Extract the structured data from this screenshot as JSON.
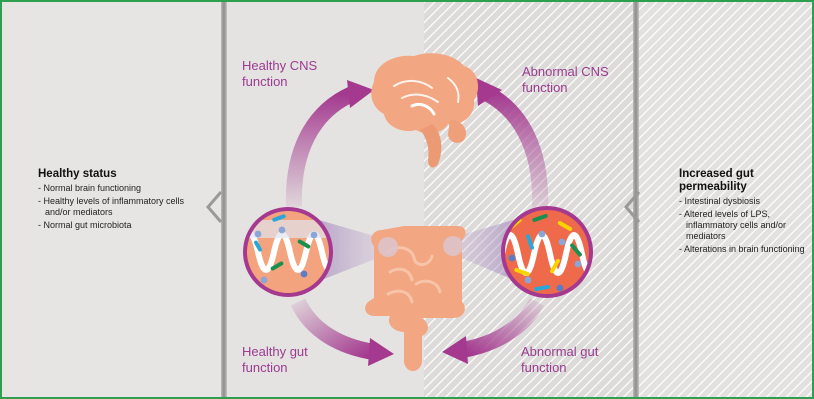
{
  "left_panel": {
    "title": "Healthy status",
    "items": [
      "Normal brain functioning",
      "Healthy levels of inflammatory cells and/or mediators",
      "Normal gut microbiota"
    ]
  },
  "right_panel": {
    "title": "Increased gut permeability",
    "items": [
      "Intestinal dysbiosis",
      "Altered levels of LPS, inflammatory cells and/or mediators",
      "Alterations in brain functioning"
    ]
  },
  "labels": {
    "healthy_cns": "Healthy CNS function",
    "abnormal_cns": "Abnormal CNS function",
    "healthy_gut": "Healthy gut function",
    "abnormal_gut": "Abnormal gut function"
  },
  "colors": {
    "frame": "#2e9e4f",
    "label_purple": "#9b3b91",
    "arrow_purple": "#a4398f",
    "organ_salmon": "#f2a682"
  }
}
